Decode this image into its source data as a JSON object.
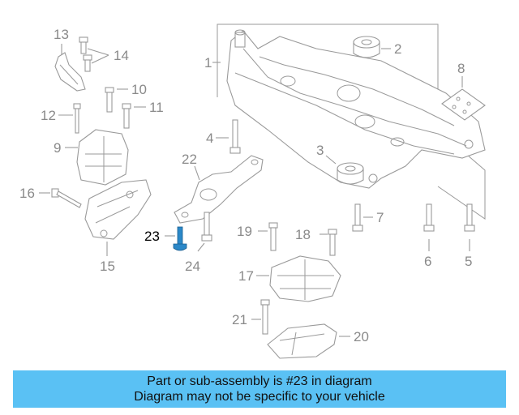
{
  "diagram": {
    "highlight_color": "#2b88c8",
    "callouts": {
      "c1": "1",
      "c2": "2",
      "c3": "3",
      "c4": "4",
      "c5": "5",
      "c6": "6",
      "c7": "7",
      "c8": "8",
      "c9": "9",
      "c10": "10",
      "c11": "11",
      "c12": "12",
      "c13": "13",
      "c14": "14",
      "c15": "15",
      "c16": "16",
      "c17": "17",
      "c18": "18",
      "c19": "19",
      "c20": "20",
      "c21": "21",
      "c22": "22",
      "c23": "23",
      "c24": "24"
    },
    "highlighted_part": "23"
  },
  "banner": {
    "line1": "Part or sub-assembly is #23 in diagram",
    "line2": "Diagram may not be specific to your vehicle",
    "background": "#5ac1f4"
  }
}
